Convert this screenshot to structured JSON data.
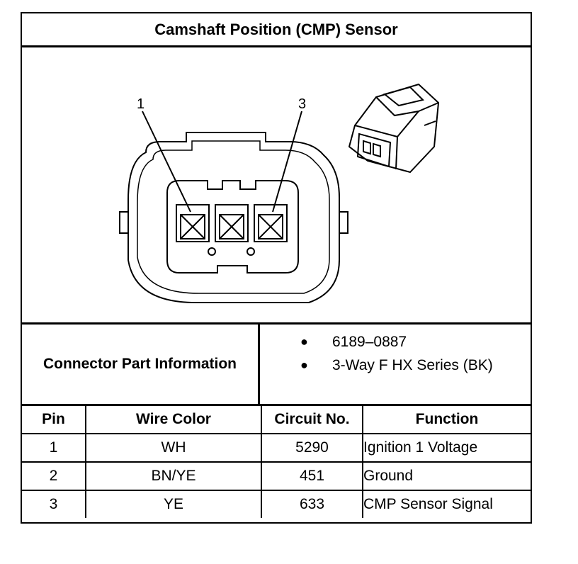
{
  "title": "Camshaft Position (CMP) Sensor",
  "diagram": {
    "pin_labels": [
      "1",
      "3"
    ]
  },
  "connector_info": {
    "label": "Connector Part Information",
    "items": [
      "6189–0887",
      "3-Way F HX Series (BK)"
    ]
  },
  "table": {
    "headers": [
      "Pin",
      "Wire Color",
      "Circuit No.",
      "Function"
    ],
    "rows": [
      [
        "1",
        "WH",
        "5290",
        "Ignition 1 Voltage"
      ],
      [
        "2",
        "BN/YE",
        "451",
        "Ground"
      ],
      [
        "3",
        "YE",
        "633",
        "CMP Sensor Signal"
      ]
    ]
  }
}
